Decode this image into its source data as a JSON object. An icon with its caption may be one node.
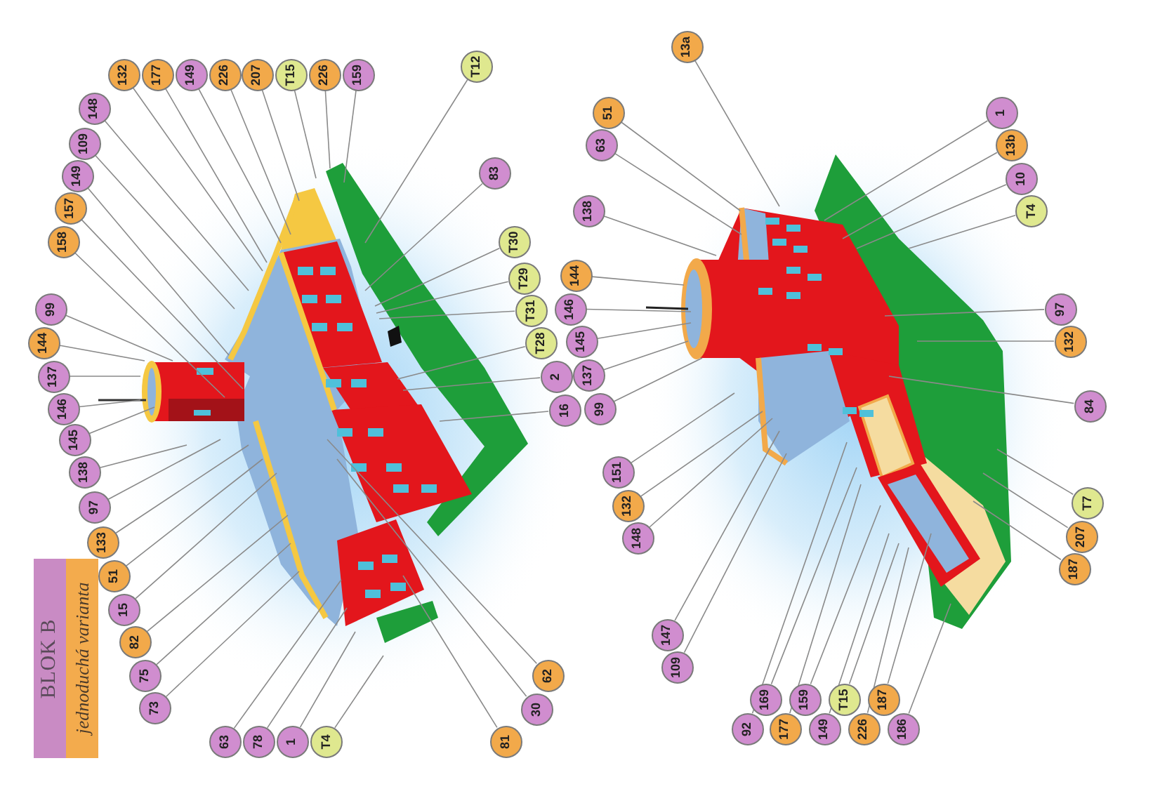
{
  "diagram": {
    "nodes": [
      {
        "text": [
          "BLOK B"
        ]
      },
      {
        "text": [
          "jednoduchá varianta"
        ]
      },
      {
        "text": [
          "132"
        ]
      },
      {
        "text": [
          "177"
        ]
      },
      {
        "text": [
          "149"
        ]
      },
      {
        "text": [
          "226"
        ]
      },
      {
        "text": [
          "207"
        ]
      },
      {
        "text": [
          "T15"
        ]
      },
      {
        "text": [
          "226"
        ]
      },
      {
        "text": [
          "159"
        ]
      },
      {
        "text": [
          "148"
        ]
      },
      {
        "text": [
          "109"
        ]
      },
      {
        "text": [
          "149"
        ]
      },
      {
        "text": [
          "157"
        ]
      },
      {
        "text": [
          "158"
        ]
      },
      {
        "text": [
          "99"
        ]
      },
      {
        "text": [
          "144"
        ]
      },
      {
        "text": [
          "137"
        ]
      },
      {
        "text": [
          "146"
        ]
      },
      {
        "text": [
          "145"
        ]
      },
      {
        "text": [
          "138"
        ]
      },
      {
        "text": [
          "97"
        ]
      },
      {
        "text": [
          "133"
        ]
      },
      {
        "text": [
          "51"
        ]
      },
      {
        "text": [
          "15"
        ]
      },
      {
        "text": [
          "82"
        ]
      },
      {
        "text": [
          "75"
        ]
      },
      {
        "text": [
          "73"
        ]
      },
      {
        "text": [
          "63"
        ]
      },
      {
        "text": [
          "78"
        ]
      },
      {
        "text": [
          "1"
        ]
      },
      {
        "text": [
          "T4"
        ]
      },
      {
        "text": [
          "81"
        ]
      },
      {
        "text": [
          "30"
        ]
      },
      {
        "text": [
          "62"
        ]
      },
      {
        "text": [
          "T12"
        ]
      },
      {
        "text": [
          "83"
        ]
      },
      {
        "text": [
          "T30"
        ]
      },
      {
        "text": [
          "T29"
        ]
      },
      {
        "text": [
          "T31"
        ]
      },
      {
        "text": [
          "T28"
        ]
      },
      {
        "text": [
          "2"
        ]
      },
      {
        "text": [
          "16"
        ]
      },
      {
        "text": [
          "13a"
        ]
      },
      {
        "text": [
          "51"
        ]
      },
      {
        "text": [
          "63"
        ]
      },
      {
        "text": [
          "138"
        ]
      },
      {
        "text": [
          "144"
        ]
      },
      {
        "text": [
          "146"
        ]
      },
      {
        "text": [
          "145"
        ]
      },
      {
        "text": [
          "137"
        ]
      },
      {
        "text": [
          "99"
        ]
      },
      {
        "text": [
          "1"
        ]
      },
      {
        "text": [
          "13b"
        ]
      },
      {
        "text": [
          "10"
        ]
      },
      {
        "text": [
          "T4"
        ]
      },
      {
        "text": [
          "97"
        ]
      },
      {
        "text": [
          "132"
        ]
      },
      {
        "text": [
          "84"
        ]
      },
      {
        "text": [
          "T7"
        ]
      },
      {
        "text": [
          "207"
        ]
      },
      {
        "text": [
          "187"
        ]
      },
      {
        "text": [
          "151"
        ]
      },
      {
        "text": [
          "132"
        ]
      },
      {
        "text": [
          "148"
        ]
      },
      {
        "text": [
          "147"
        ]
      },
      {
        "text": [
          "109"
        ]
      },
      {
        "text": [
          "92"
        ]
      },
      {
        "text": [
          "169"
        ]
      },
      {
        "text": [
          "177"
        ]
      },
      {
        "text": [
          "159"
        ]
      },
      {
        "text": [
          "149"
        ]
      },
      {
        "text": [
          "T15"
        ]
      },
      {
        "text": [
          "226"
        ]
      },
      {
        "text": [
          "187"
        ]
      },
      {
        "text": [
          "186"
        ]
      }
    ],
    "edges": [
      {
        "from": 2,
        "to": null,
        "arrow": "none"
      },
      {
        "from": 3,
        "to": null,
        "arrow": "none"
      },
      {
        "from": 4,
        "to": null,
        "arrow": "none"
      },
      {
        "from": 5,
        "to": null,
        "arrow": "none"
      },
      {
        "from": 6,
        "to": null,
        "arrow": "none"
      },
      {
        "from": 7,
        "to": null,
        "arrow": "none"
      },
      {
        "from": 8,
        "to": null,
        "arrow": "none"
      },
      {
        "from": 9,
        "to": null,
        "arrow": "none"
      },
      {
        "from": 10,
        "to": null,
        "arrow": "none"
      },
      {
        "from": 11,
        "to": null,
        "arrow": "none"
      },
      {
        "from": 12,
        "to": null,
        "arrow": "none"
      },
      {
        "from": 13,
        "to": null,
        "arrow": "none"
      },
      {
        "from": 14,
        "to": null,
        "arrow": "none"
      },
      {
        "from": 15,
        "to": null,
        "arrow": "none"
      },
      {
        "from": 16,
        "to": null,
        "arrow": "none"
      },
      {
        "from": 17,
        "to": null,
        "arrow": "none"
      },
      {
        "from": 18,
        "to": null,
        "arrow": "none"
      },
      {
        "from": 19,
        "to": null,
        "arrow": "none"
      },
      {
        "from": 20,
        "to": null,
        "arrow": "none"
      },
      {
        "from": 21,
        "to": null,
        "arrow": "none"
      },
      {
        "from": 22,
        "to": null,
        "arrow": "none"
      },
      {
        "from": 23,
        "to": null,
        "arrow": "none"
      },
      {
        "from": 24,
        "to": null,
        "arrow": "none"
      },
      {
        "from": 25,
        "to": null,
        "arrow": "none"
      },
      {
        "from": 26,
        "to": null,
        "arrow": "none"
      },
      {
        "from": 27,
        "to": null,
        "arrow": "none"
      },
      {
        "from": 28,
        "to": null,
        "arrow": "none"
      },
      {
        "from": 29,
        "to": null,
        "arrow": "none"
      },
      {
        "from": 30,
        "to": null,
        "arrow": "none"
      },
      {
        "from": 31,
        "to": null,
        "arrow": "none"
      },
      {
        "from": 32,
        "to": null,
        "arrow": "none"
      },
      {
        "from": 33,
        "to": null,
        "arrow": "none"
      },
      {
        "from": 34,
        "to": null,
        "arrow": "none"
      },
      {
        "from": 35,
        "to": null,
        "arrow": "none"
      },
      {
        "from": 36,
        "to": null,
        "arrow": "none"
      },
      {
        "from": 37,
        "to": null,
        "arrow": "none"
      },
      {
        "from": 38,
        "to": null,
        "arrow": "none"
      },
      {
        "from": 39,
        "to": null,
        "arrow": "none"
      },
      {
        "from": 40,
        "to": null,
        "arrow": "none"
      },
      {
        "from": 41,
        "to": null,
        "arrow": "none"
      },
      {
        "from": 42,
        "to": null,
        "arrow": "none"
      },
      {
        "from": 43,
        "to": null,
        "arrow": "none"
      },
      {
        "from": 44,
        "to": null,
        "arrow": "none"
      },
      {
        "from": 45,
        "to": null,
        "arrow": "none"
      },
      {
        "from": 46,
        "to": null,
        "arrow": "none"
      },
      {
        "from": 47,
        "to": null,
        "arrow": "none"
      },
      {
        "from": 48,
        "to": null,
        "arrow": "none"
      },
      {
        "from": 49,
        "to": null,
        "arrow": "none"
      },
      {
        "from": 50,
        "to": null,
        "arrow": "none"
      },
      {
        "from": 51,
        "to": null,
        "arrow": "none"
      },
      {
        "from": 52,
        "to": null,
        "arrow": "none"
      },
      {
        "from": 53,
        "to": null,
        "arrow": "none"
      },
      {
        "from": 54,
        "to": null,
        "arrow": "none"
      },
      {
        "from": 55,
        "to": null,
        "arrow": "none"
      },
      {
        "from": 56,
        "to": null,
        "arrow": "none"
      },
      {
        "from": 57,
        "to": null,
        "arrow": "none"
      },
      {
        "from": 58,
        "to": null,
        "arrow": "none"
      },
      {
        "from": 59,
        "to": null,
        "arrow": "none"
      },
      {
        "from": 60,
        "to": null,
        "arrow": "none"
      },
      {
        "from": 61,
        "to": null,
        "arrow": "none"
      },
      {
        "from": 62,
        "to": null,
        "arrow": "none"
      },
      {
        "from": 63,
        "to": null,
        "arrow": "none"
      },
      {
        "from": 64,
        "to": null,
        "arrow": "none"
      },
      {
        "from": 65,
        "to": null,
        "arrow": "none"
      },
      {
        "from": 66,
        "to": null,
        "arrow": "none"
      },
      {
        "from": 67,
        "to": null,
        "arrow": "none"
      },
      {
        "from": 68,
        "to": null,
        "arrow": "none"
      },
      {
        "from": 69,
        "to": null,
        "arrow": "none"
      },
      {
        "from": 70,
        "to": null,
        "arrow": "none"
      },
      {
        "from": 71,
        "to": null,
        "arrow": "none"
      },
      {
        "from": 72,
        "to": null,
        "arrow": "none"
      },
      {
        "from": 73,
        "to": null,
        "arrow": "none"
      },
      {
        "from": 74,
        "to": null,
        "arrow": "none"
      },
      {
        "from": 75,
        "to": null,
        "arrow": "none"
      }
    ]
  }
}
